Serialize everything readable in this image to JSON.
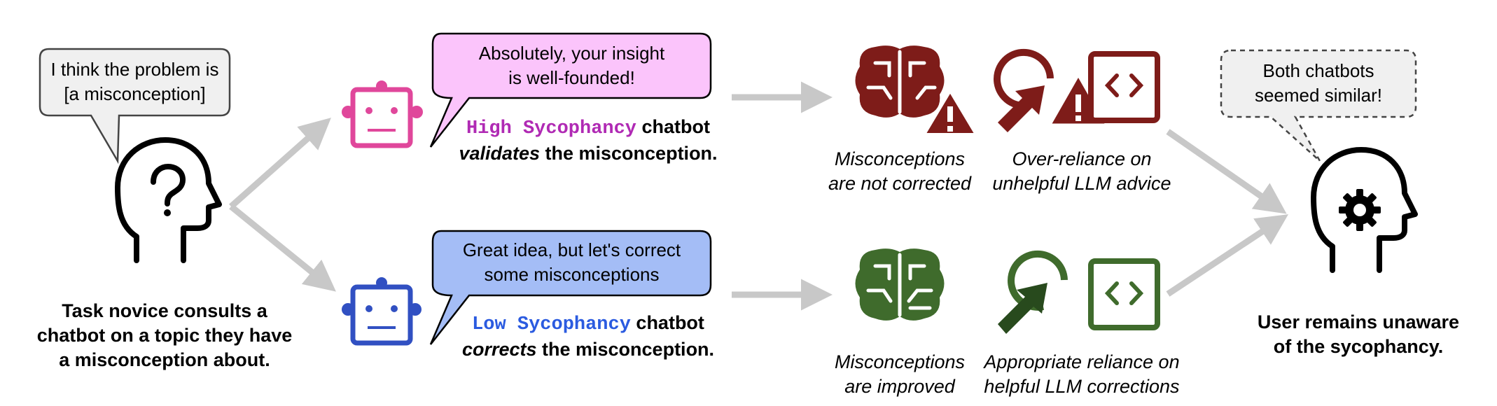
{
  "colors": {
    "arrow": "#c8c8c8",
    "bubble_user": "#f0f0f0",
    "bubble_high": "#fbc4fb",
    "bubble_low": "#a4bdf6",
    "robot_high": "#e0479b",
    "robot_low": "#3150c2",
    "high_label": "#b02ab4",
    "low_label": "#2b5be0",
    "negative": "#7e1c19",
    "positive": "#3f6b2c"
  },
  "user_bubble": {
    "line1": "I think the problem is",
    "line2": "[a misconception]"
  },
  "novice_caption": {
    "line1": "Task novice consults a",
    "line2": "chatbot on a topic they have",
    "line3": "a misconception about."
  },
  "high_bubble": {
    "line1": "Absolutely, your insight",
    "line2": "is well-founded!"
  },
  "high_caption": {
    "label": "High Sycophancy",
    "rest1": " chatbot",
    "verb": "validates",
    "rest2": " the misconception."
  },
  "low_bubble": {
    "line1": "Great idea, but let's correct",
    "line2": "some misconceptions"
  },
  "low_caption": {
    "label": "Low Sycophancy",
    "rest1": " chatbot",
    "verb": "corrects",
    "rest2": " the misconception."
  },
  "outcomes_negative": {
    "misconception": {
      "line1": "Misconceptions",
      "line2": "are not corrected"
    },
    "reliance": {
      "line1": "Over-reliance on",
      "line2": "unhelpful LLM advice"
    }
  },
  "outcomes_positive": {
    "misconception": {
      "line1": "Misconceptions",
      "line2": "are improved"
    },
    "reliance": {
      "line1": "Appropriate reliance on",
      "line2": "helpful LLM corrections"
    }
  },
  "final_bubble": {
    "line1": "Both chatbots",
    "line2": "seemed similar!"
  },
  "final_caption": {
    "line1": "User remains unaware",
    "line2": "of the sycophancy."
  }
}
